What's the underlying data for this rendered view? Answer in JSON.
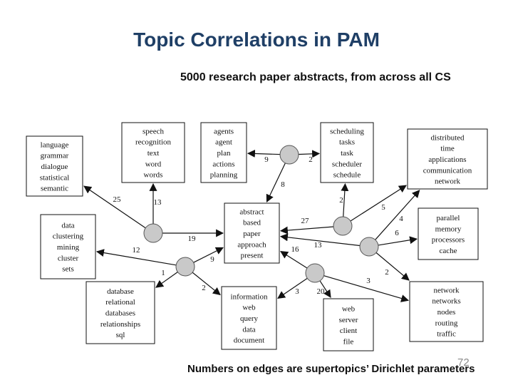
{
  "slide": {
    "title": "Topic Correlations in PAM",
    "subtitle": "5000 research paper abstracts, from across all CS",
    "footer": "Numbers on edges are supertopics’ Dirichlet parameters",
    "page_number": "72"
  },
  "colors": {
    "title": "#1f3f66",
    "node_fill": "#c9c9c9",
    "edge": "#111111"
  },
  "topics": [
    {
      "id": "t-language",
      "words": [
        "language",
        "grammar",
        "dialogue",
        "statistical",
        "semantic"
      ]
    },
    {
      "id": "t-speech",
      "words": [
        "speech",
        "recognition",
        "text",
        "word",
        "words"
      ]
    },
    {
      "id": "t-agents",
      "words": [
        "agents",
        "agent",
        "plan",
        "actions",
        "planning"
      ]
    },
    {
      "id": "t-scheduling",
      "words": [
        "scheduling",
        "tasks",
        "task",
        "scheduler",
        "schedule"
      ]
    },
    {
      "id": "t-distributed",
      "words": [
        "distributed",
        "time",
        "applications",
        "communication",
        "network"
      ]
    },
    {
      "id": "t-data",
      "words": [
        "data",
        "clustering",
        "mining",
        "cluster",
        "sets"
      ]
    },
    {
      "id": "t-abstract",
      "words": [
        "abstract",
        "based",
        "paper",
        "approach",
        "present"
      ]
    },
    {
      "id": "t-parallel",
      "words": [
        "parallel",
        "memory",
        "processors",
        "cache"
      ]
    },
    {
      "id": "t-database",
      "words": [
        "database",
        "relational",
        "databases",
        "relationships",
        "sql"
      ]
    },
    {
      "id": "t-information",
      "words": [
        "information",
        "web",
        "query",
        "data",
        "document"
      ]
    },
    {
      "id": "t-web",
      "words": [
        "web",
        "server",
        "client",
        "file"
      ]
    },
    {
      "id": "t-network",
      "words": [
        "network",
        "networks",
        "nodes",
        "routing",
        "traffic"
      ]
    }
  ],
  "supertopics": [
    "s1",
    "s2",
    "s3",
    "s4",
    "s5",
    "s6"
  ],
  "edges": [
    {
      "from": "s1",
      "to": "t-agents",
      "label": "9"
    },
    {
      "from": "s1",
      "to": "t-scheduling",
      "label": "2"
    },
    {
      "from": "s1",
      "to": "t-abstract",
      "label": "8"
    },
    {
      "from": "s2",
      "to": "t-language",
      "label": "25"
    },
    {
      "from": "s2",
      "to": "t-speech",
      "label": "13"
    },
    {
      "from": "s2",
      "to": "t-abstract",
      "label": "19"
    },
    {
      "from": "s3",
      "to": "t-data",
      "label": "12"
    },
    {
      "from": "s3",
      "to": "t-abstract",
      "label": "9"
    },
    {
      "from": "s3",
      "to": "t-database",
      "label": "1"
    },
    {
      "from": "s3",
      "to": "t-information",
      "label": "2"
    },
    {
      "from": "s4",
      "to": "t-scheduling",
      "label": "2"
    },
    {
      "from": "s4",
      "to": "t-distributed",
      "label": "5"
    },
    {
      "from": "s4",
      "to": "t-abstract",
      "label": "27"
    },
    {
      "from": "s5",
      "to": "t-distributed",
      "label": "4"
    },
    {
      "from": "s5",
      "to": "t-parallel",
      "label": "6"
    },
    {
      "from": "s5",
      "to": "t-abstract",
      "label": "13"
    },
    {
      "from": "s6",
      "to": "t-abstract",
      "label": "16"
    },
    {
      "from": "s6",
      "to": "t-information",
      "label": "3"
    },
    {
      "from": "s6",
      "to": "t-web",
      "label": "20"
    },
    {
      "from": "s6",
      "to": "t-network",
      "label": "2"
    },
    {
      "from": "s5",
      "to": "t-network",
      "label": "3"
    }
  ]
}
